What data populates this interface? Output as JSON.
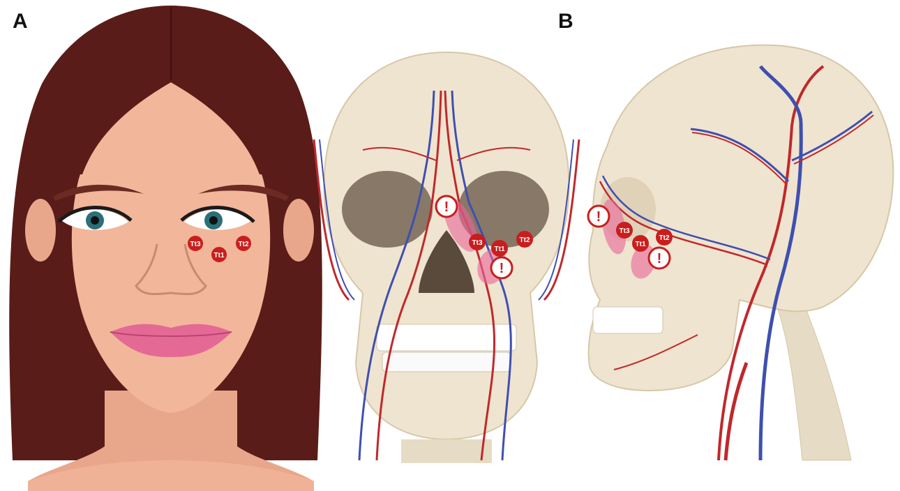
{
  "panels": {
    "a": {
      "label": "A"
    },
    "b": {
      "label": "B"
    }
  },
  "points": {
    "tt1": "Tt1",
    "tt2": "Tt2",
    "tt3": "Tt3"
  },
  "warning_symbol": "!",
  "colors": {
    "hair": "#5a1c18",
    "skin": "#f2b69a",
    "marker": "#c81e1e",
    "warning_zone": "#e8659a",
    "bone": "#efe4cf",
    "artery": "#c0282b",
    "vein": "#3f4fb0"
  },
  "icons": {
    "warning": "exclamation-circle-icon",
    "point": "red-dot-marker"
  }
}
